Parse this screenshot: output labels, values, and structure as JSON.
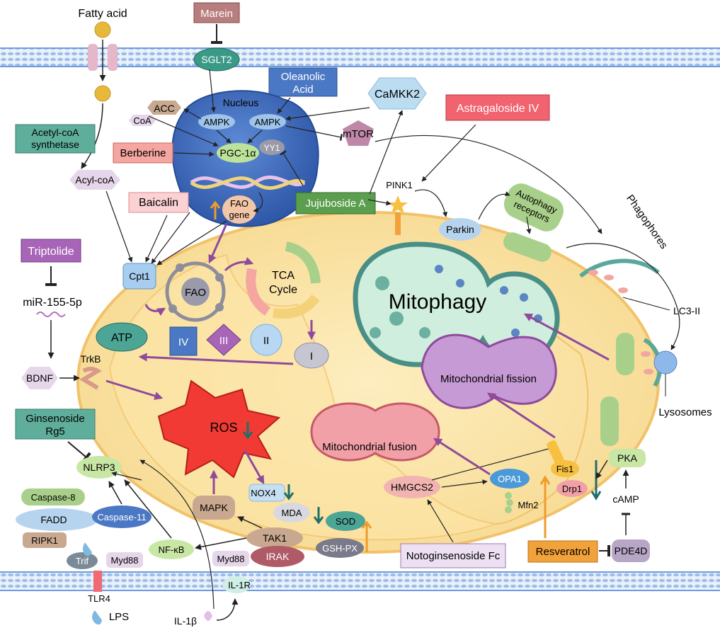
{
  "labels": {
    "fatty_acid": "Fatty acid",
    "marein": "Marein",
    "sglt2": "SGLT2",
    "oleanolic_acid_1": "Oleanolic",
    "oleanolic_acid_2": "Acid",
    "camkk2": "CaMKK2",
    "astragaloside": "Astragaloside IV",
    "nucleus": "Nucleus",
    "acc": "ACC",
    "coa": "CoA",
    "ampk_left": "AMPK",
    "ampk_right": "AMPK",
    "mtor": "mTOR",
    "acetyl_coa_1": "Acetyl-coA",
    "acetyl_coa_2": "synthetase",
    "berberine": "Berberine",
    "pgc1a": "PGC-1α",
    "yy1": "YY1",
    "acyl_coa": "Acyl-coA",
    "baicalin": "Baicalin",
    "fao_gene_1": "FAO",
    "fao_gene_2": "gene",
    "jujuboside": "Jujuboside A",
    "pink1": "PINK1",
    "parkin": "Parkin",
    "autophagy_1": "Autophagy",
    "autophagy_2": "receptors",
    "phagophores": "Phagophores",
    "triptolide": "Triptolide",
    "mir155": "miR-155-5p",
    "cpt1": "Cpt1",
    "fao": "FAO",
    "tca_1": "TCA",
    "tca_2": "Cycle",
    "mitophagy": "Mitophagy",
    "lc3": "LC3-II",
    "atp": "ATP",
    "complex_iv": "IV",
    "complex_iii": "III",
    "complex_ii": "II",
    "complex_i": "I",
    "bdnf": "BDNF",
    "trkb": "TrkB",
    "mito_fission": "Mitochondrial fission",
    "lysosomes": "Lysosomes",
    "ginsenoside_1": "Ginsenoside",
    "ginsenoside_2": "Rg5",
    "ros": "ROS",
    "mito_fusion": "Mitochondrial fusion",
    "nlrp3": "NLRP3",
    "caspase8": "Caspase-8",
    "fadd": "FADD",
    "ripk1": "RIPK1",
    "caspase11": "Caspase-11",
    "nox4": "NOX4",
    "mapk": "MAPK",
    "mda": "MDA",
    "sod": "SOD",
    "hmgcs2": "HMGCS2",
    "opa1": "OPA1",
    "mfn2": "Mfn2",
    "fis1": "Fis1",
    "drp1": "Drp1",
    "pka": "PKA",
    "camp": "cAMP",
    "nfkb": "NF-κB",
    "tak1": "TAK1",
    "gsh_px": "GSH-PX",
    "trif": "Trif",
    "myd88_left": "Myd88",
    "myd88_right": "Myd88",
    "irak": "IRAK",
    "notoginsenoside": "Notoginsenoside Fc",
    "resveratrol": "Resveratrol",
    "pde4d": "PDE4D",
    "tlr4": "TLR4",
    "il1r": "IL-1R",
    "lps": "LPS",
    "il1b": "IL-1β"
  },
  "colors": {
    "membrane": "#6f9be0",
    "mito_outer": "#f6d58c",
    "mito_inner": "#fde8b4",
    "nucleus": "#3e6cc4",
    "drug_red": "#f06a72",
    "drug_purple": "#a865b8",
    "drug_green": "#5a9e4e",
    "arrow_purple": "#8f4a9c",
    "ros_red": "#f23a34",
    "teal_down": "#1f6e6a",
    "orange_up": "#f09b2a"
  }
}
